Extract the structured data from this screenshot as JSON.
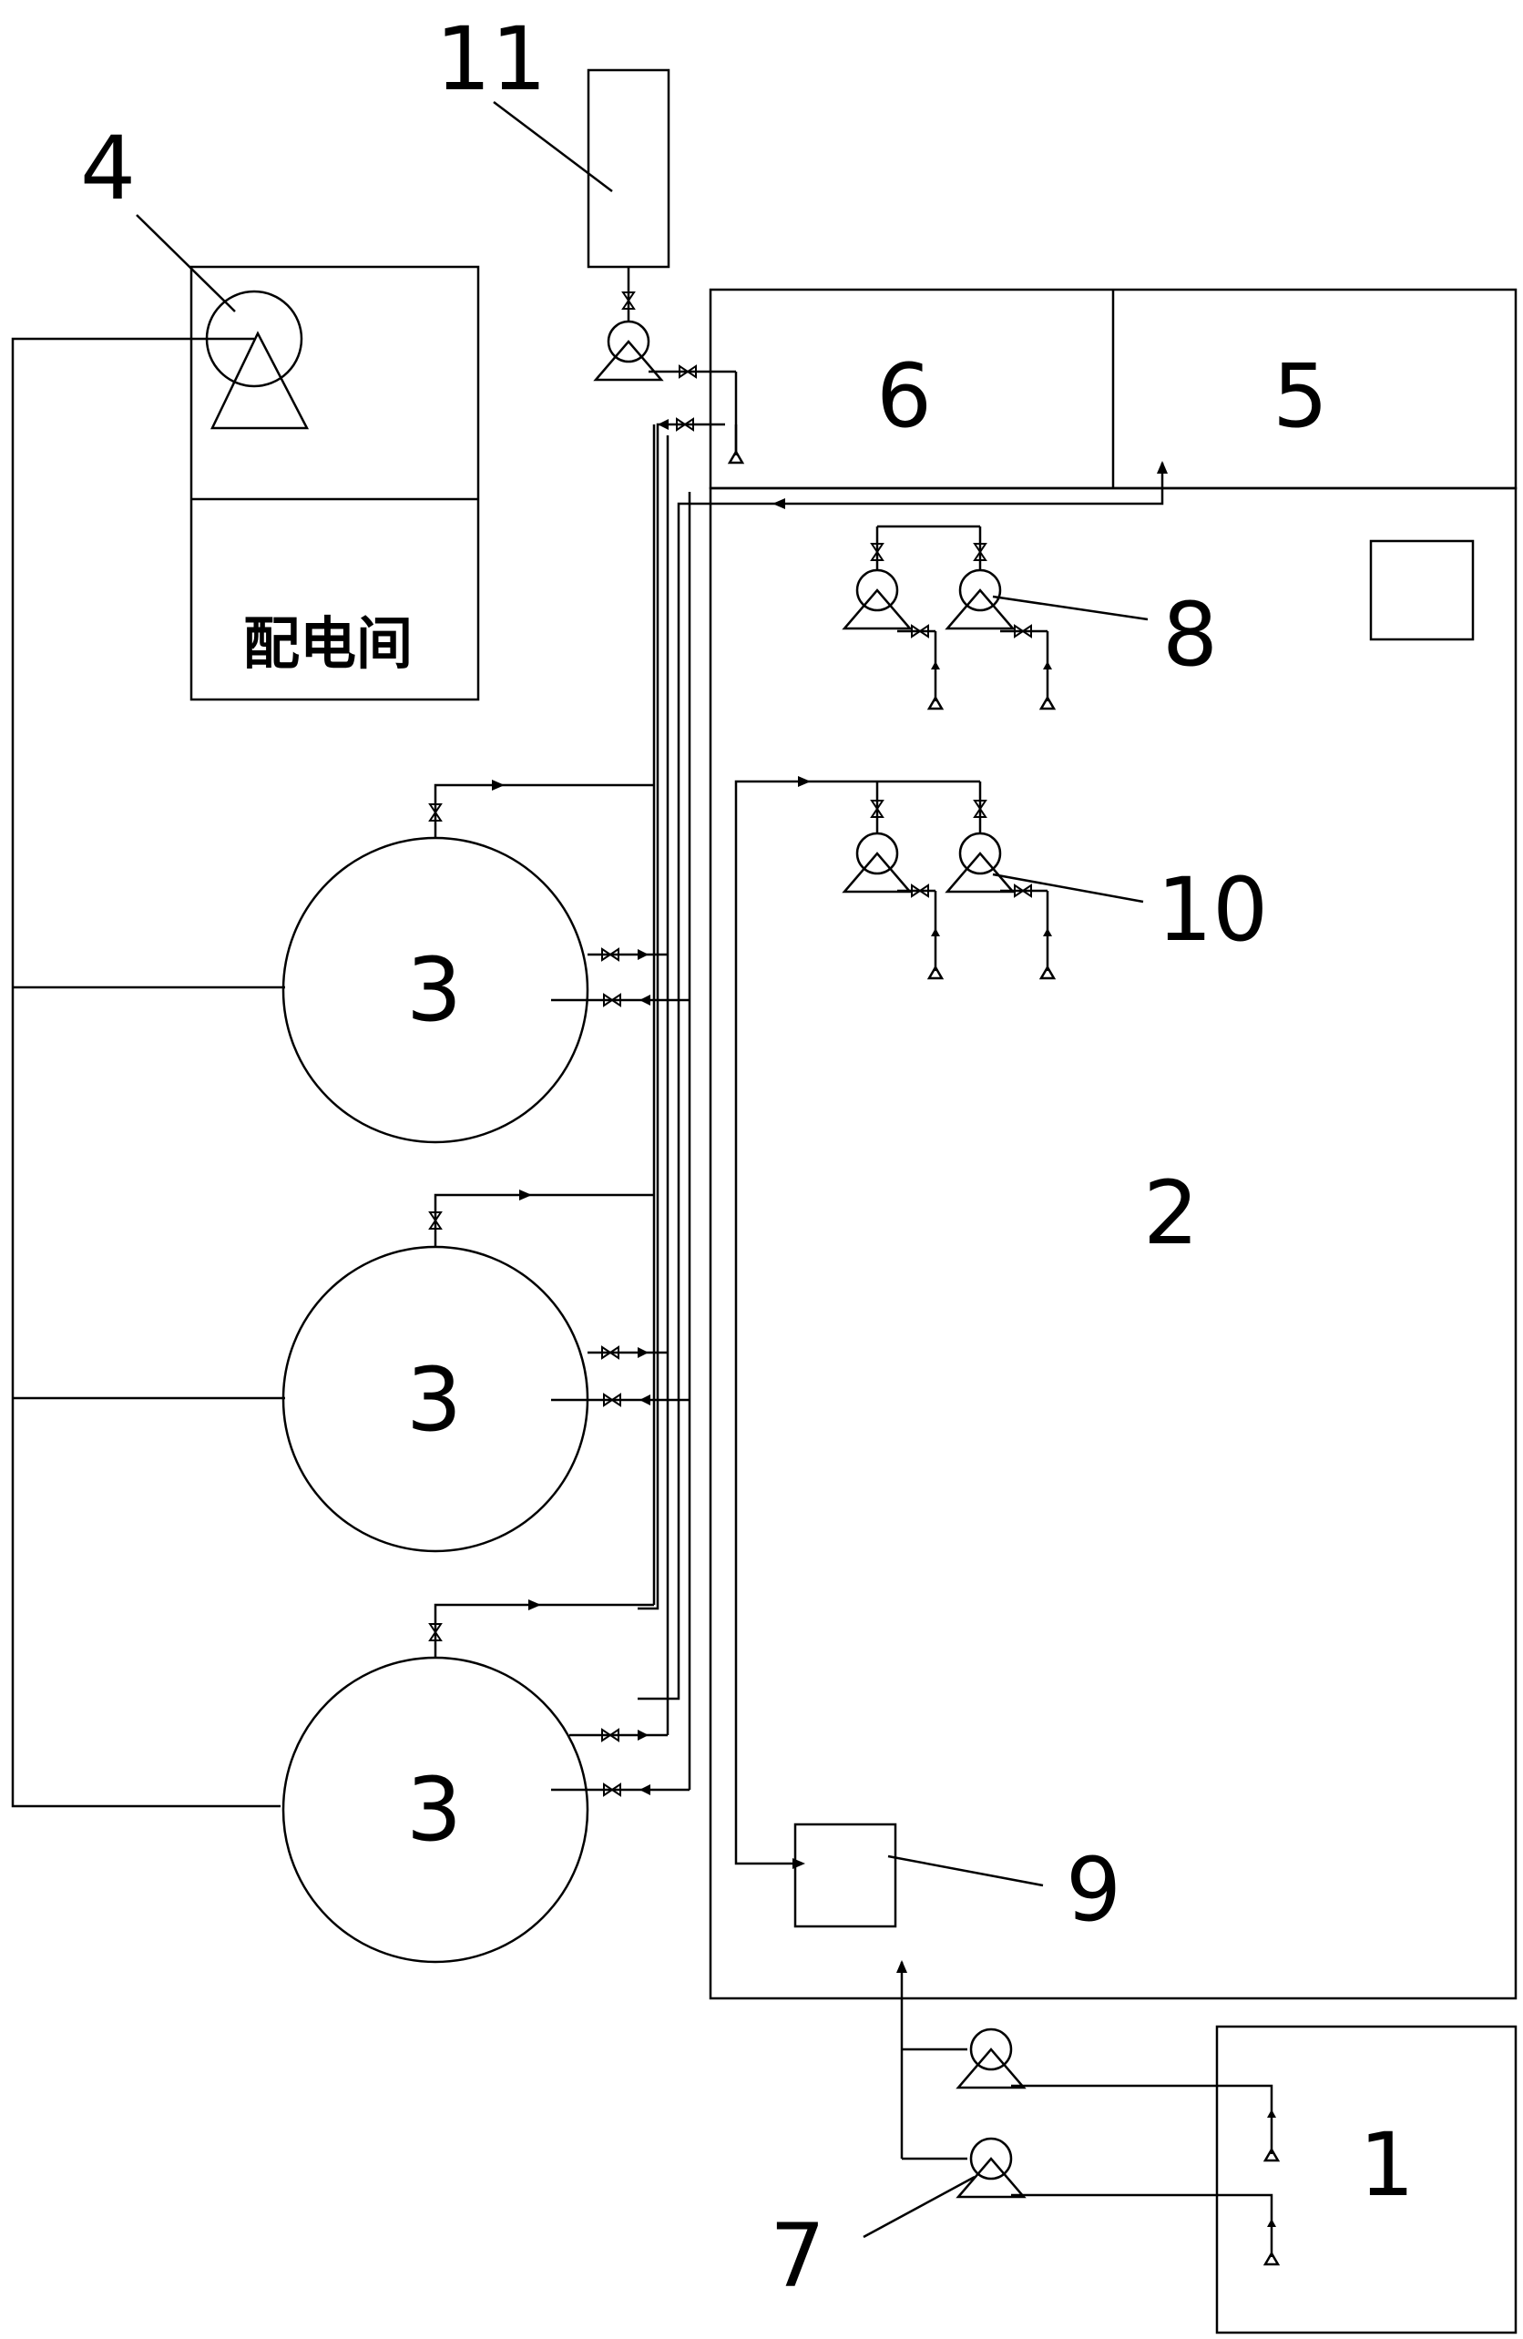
{
  "labels": {
    "l1": "1",
    "l2": "2",
    "l3a": "3",
    "l3b": "3",
    "l3c": "3",
    "l4": "4",
    "l5": "5",
    "l6": "6",
    "l7": "7",
    "l8": "8",
    "l9": "9",
    "l10": "10",
    "l11": "11",
    "room": "配电间"
  }
}
